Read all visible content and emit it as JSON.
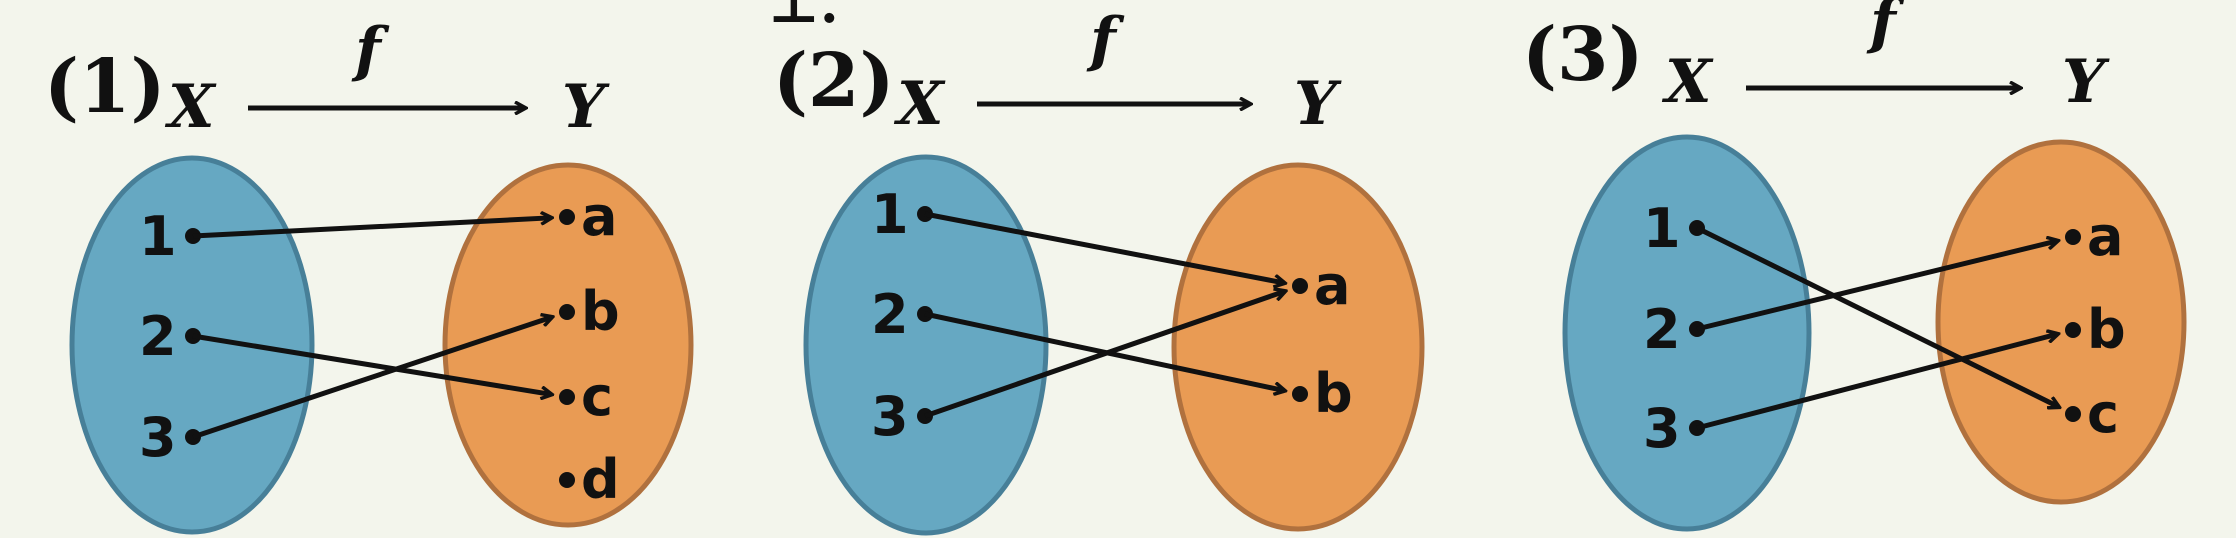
{
  "top_glyph": "⊥.",
  "colors": {
    "domain_fill": "#66a8c2",
    "domain_stroke": "#477f98",
    "codomain_fill": "#e99b54",
    "codomain_stroke": "#b0713e",
    "ink": "#111111"
  },
  "diagrams": [
    {
      "label": "(1)",
      "domain_label": "X",
      "codomain_label": "Y",
      "function_label": "f",
      "domain": [
        "1",
        "2",
        "3"
      ],
      "codomain": [
        "a",
        "b",
        "c",
        "d"
      ],
      "mapping": [
        [
          "1",
          "a"
        ],
        [
          "2",
          "c"
        ],
        [
          "3",
          "b"
        ]
      ]
    },
    {
      "label": "(2)",
      "domain_label": "X",
      "codomain_label": "Y",
      "function_label": "f",
      "domain": [
        "1",
        "2",
        "3"
      ],
      "codomain": [
        "a",
        "b"
      ],
      "mapping": [
        [
          "1",
          "a"
        ],
        [
          "2",
          "b"
        ],
        [
          "3",
          "a"
        ]
      ]
    },
    {
      "label": "(3)",
      "domain_label": "X",
      "codomain_label": "Y",
      "function_label": "f",
      "domain": [
        "1",
        "2",
        "3"
      ],
      "codomain": [
        "a",
        "b",
        "c"
      ],
      "mapping": [
        [
          "1",
          "c"
        ],
        [
          "2",
          "a"
        ],
        [
          "3",
          "b"
        ]
      ]
    }
  ]
}
